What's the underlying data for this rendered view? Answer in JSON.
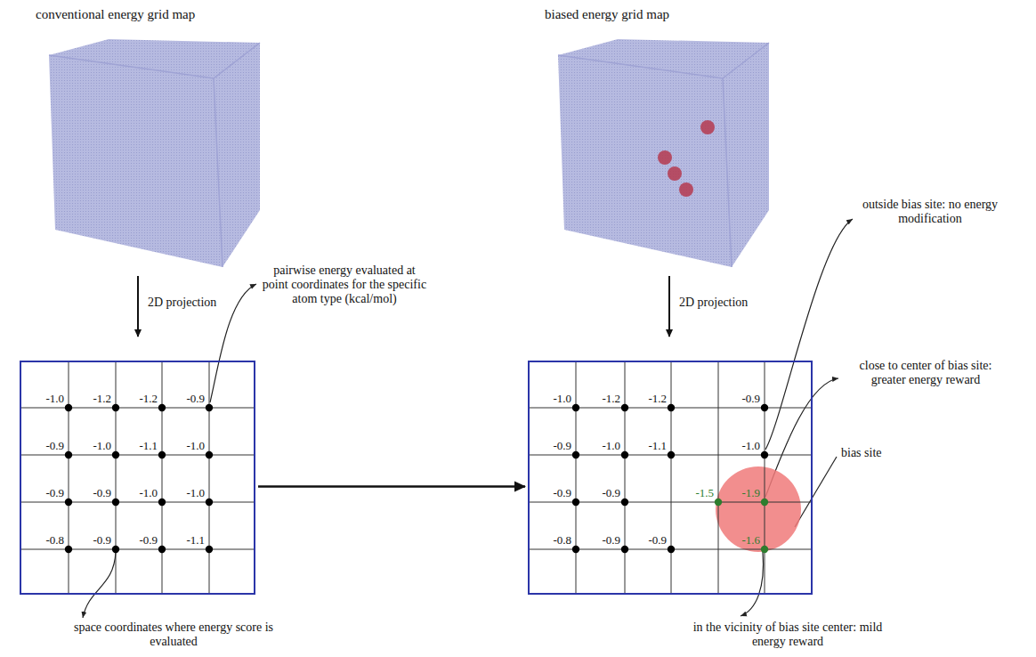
{
  "diagram": {
    "nodes": [
      {
        "text": [
          "-1.0",
          "-1.2",
          "-1.2",
          "-0.9",
          "-0.9",
          "-1.0",
          "-1.1",
          "-1.0",
          "-0.9",
          "-0.9",
          "-1.0",
          "-1.0",
          "-0.8",
          "-0.9",
          "-0.9",
          "-1.1"
        ]
      },
      {
        "text": [
          "-1.0",
          "-1.2",
          "-1.2",
          "-0.9",
          "-0.9",
          "-1.0",
          "-1.1",
          "-1.0",
          "-0.9",
          "-0.9",
          "-1.5",
          "-1.9",
          "-0.8",
          "-0.9",
          "-0.9",
          "-1.6"
        ]
      }
    ],
    "edges": [
      {
        "from": 0,
        "to": 1,
        "arrow": "to"
      }
    ],
    "labels": [
      "conventional energy grid map",
      "biased energy grid map",
      "2D projection",
      "2D projection",
      "pairwise energy evaluated at point coordinates for the specific atom type (kcal/mol)",
      "space coordinates where energy score is evaluated",
      "outside bias site: no energy modification",
      "close to center of bias site: greater energy reward",
      "bias site",
      "in the vicinity of bias site center: mild energy reward"
    ]
  }
}
